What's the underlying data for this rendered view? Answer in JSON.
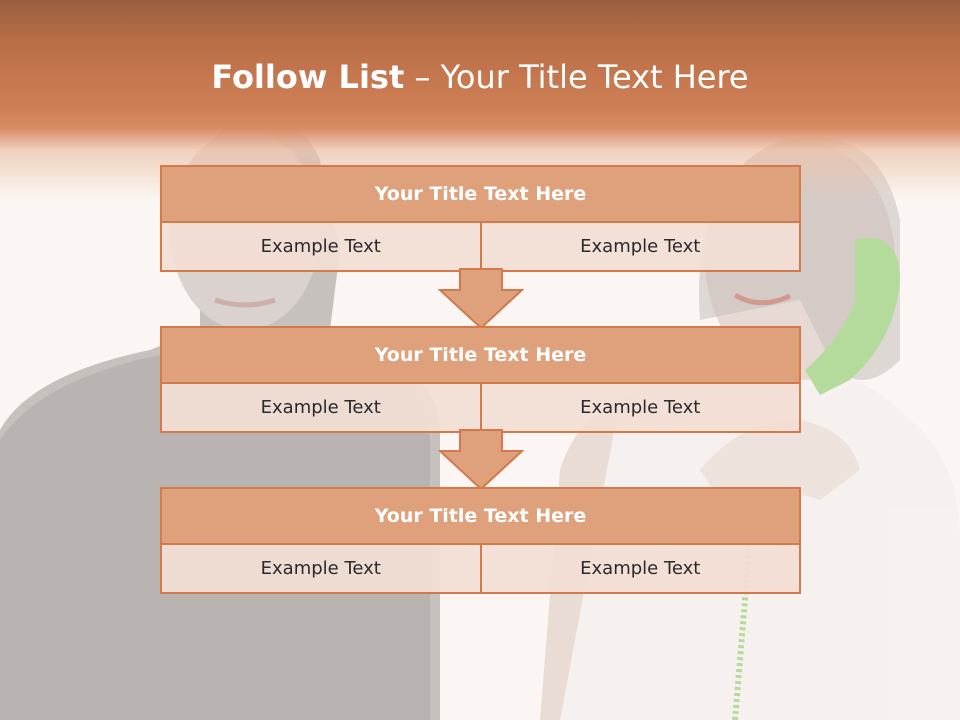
{
  "title": {
    "bold_part": "Follow List",
    "rest_part": "– Your Title Text Here"
  },
  "steps": [
    {
      "title": "Your Title Text Here",
      "left": "Example Text",
      "right": "Example Text"
    },
    {
      "title": "Your Title Text Here",
      "left": "Example Text",
      "right": "Example Text"
    },
    {
      "title": "Your Title Text Here",
      "left": "Example Text",
      "right": "Example Text"
    }
  ],
  "colors": {
    "accent": "#d27a4b",
    "box_title_fill": "#dfa07c",
    "box_cell_fill": "#f2ddd4",
    "header_band": "#cf7f55"
  },
  "background_image": "photo-man-and-woman-on-phone"
}
